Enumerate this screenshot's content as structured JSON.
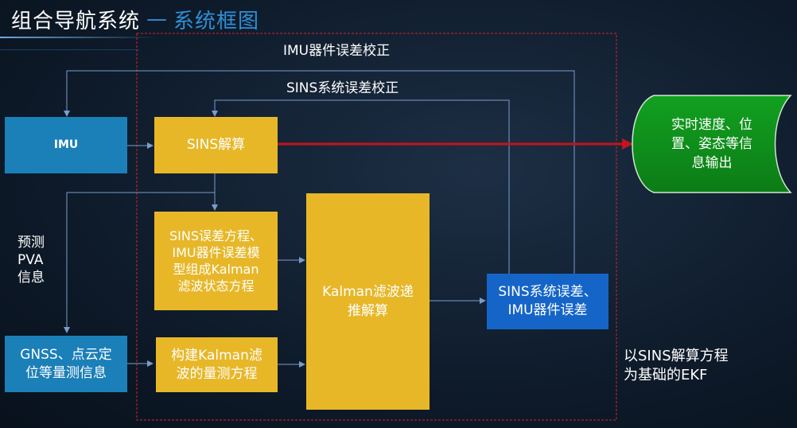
{
  "title": {
    "main": "组合导航系统",
    "separator": "—",
    "sub": "系统框图"
  },
  "labels": {
    "imu_correction": "IMU器件误差校正",
    "sins_correction": "SINS系统误差校正",
    "predict_pva": [
      "预测",
      "PVA",
      "信息"
    ],
    "ekf_note": [
      "以SINS解算方程",
      "为基础的EKF"
    ]
  },
  "boxes": {
    "imu": "IMU",
    "sins_solve": "SINS解算",
    "error_model": [
      "SINS误差方程、",
      "IMU器件误差模",
      "型组成Kalman",
      "滤波状态方程"
    ],
    "measurement_eq": [
      "构建Kalman滤",
      "波的量测方程"
    ],
    "kalman": [
      "Kalman滤波递",
      "推解算"
    ],
    "errors": [
      "SINS系统误差、",
      "IMU器件误差"
    ],
    "gnss": [
      "GNSS、点云定",
      "位等量测信息"
    ],
    "output": [
      "实时速度、位",
      "置、姿态等信",
      "息输出"
    ]
  },
  "colors": {
    "blue_box": "#1b7fb8",
    "yellow_box": "#e7b728",
    "navy_box": "#1565c8",
    "output_green": "#10921c",
    "dashed_frame": "#d6242a",
    "main_arrow": "#c4141c",
    "connector": "#7a9ccc",
    "title_accent": "#2e8fd6"
  }
}
